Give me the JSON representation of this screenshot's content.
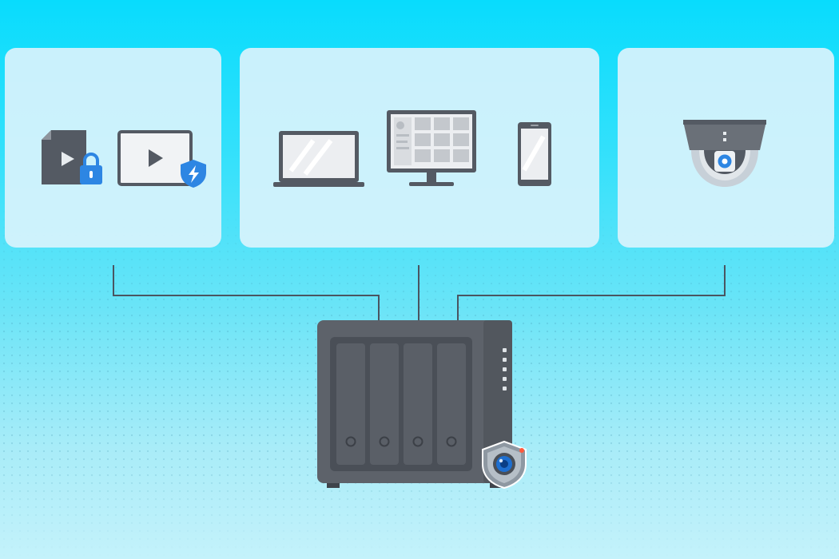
{
  "diagram": {
    "title": "",
    "nodes": [
      {
        "id": "secure-media",
        "icons": [
          "locked-video-file-icon",
          "protected-video-player-icon"
        ]
      },
      {
        "id": "client-devices",
        "icons": [
          "laptop-icon",
          "desktop-monitor-icon",
          "smartphone-icon"
        ]
      },
      {
        "id": "ip-cameras",
        "icons": [
          "dome-camera-icon"
        ]
      },
      {
        "id": "nas-server",
        "icons": [
          "nas-device-icon",
          "surveillance-shield-icon"
        ],
        "drive_bays": 4,
        "status_leds": 5
      }
    ],
    "edges": [
      {
        "from": "secure-media",
        "to": "nas-server"
      },
      {
        "from": "client-devices",
        "to": "nas-server"
      },
      {
        "from": "ip-cameras",
        "to": "nas-server"
      }
    ]
  },
  "colors": {
    "background_top": "#08dcfd",
    "background_bottom": "#c4f2fb",
    "card_fill": "#d6f2fc",
    "device_dark": "#545a63",
    "device_body": "#5d626a",
    "bay_fill": "#4a4f57",
    "accent_blue": "#2d86e3",
    "connector_line": "#4a5561"
  }
}
